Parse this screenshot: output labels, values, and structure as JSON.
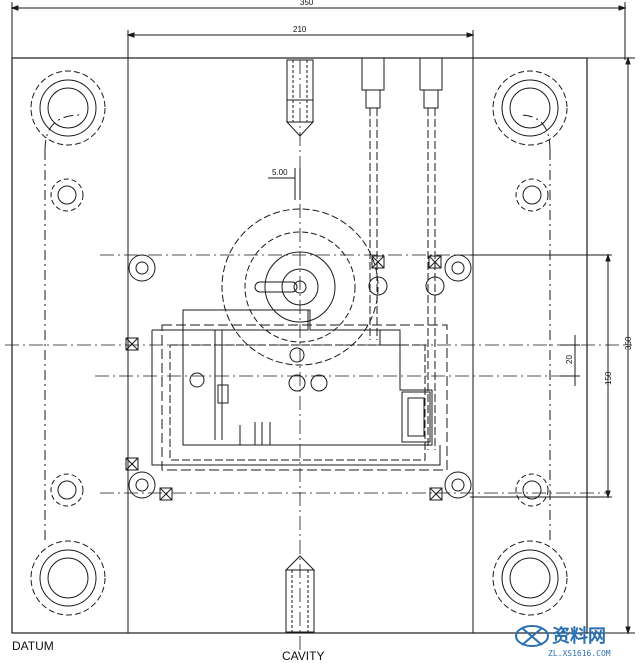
{
  "drawing": {
    "dimensions": {
      "overall_width": "350",
      "insert_width": "210",
      "offset_small": "5.00",
      "right_outer": "350",
      "right_mid": "150",
      "right_small": "20"
    },
    "labels": {
      "bottom_left": "DATUM",
      "bottom_center": "CAVITY"
    },
    "watermark": {
      "main": "资料网",
      "sub": "ZL.XS1616.COM"
    }
  }
}
